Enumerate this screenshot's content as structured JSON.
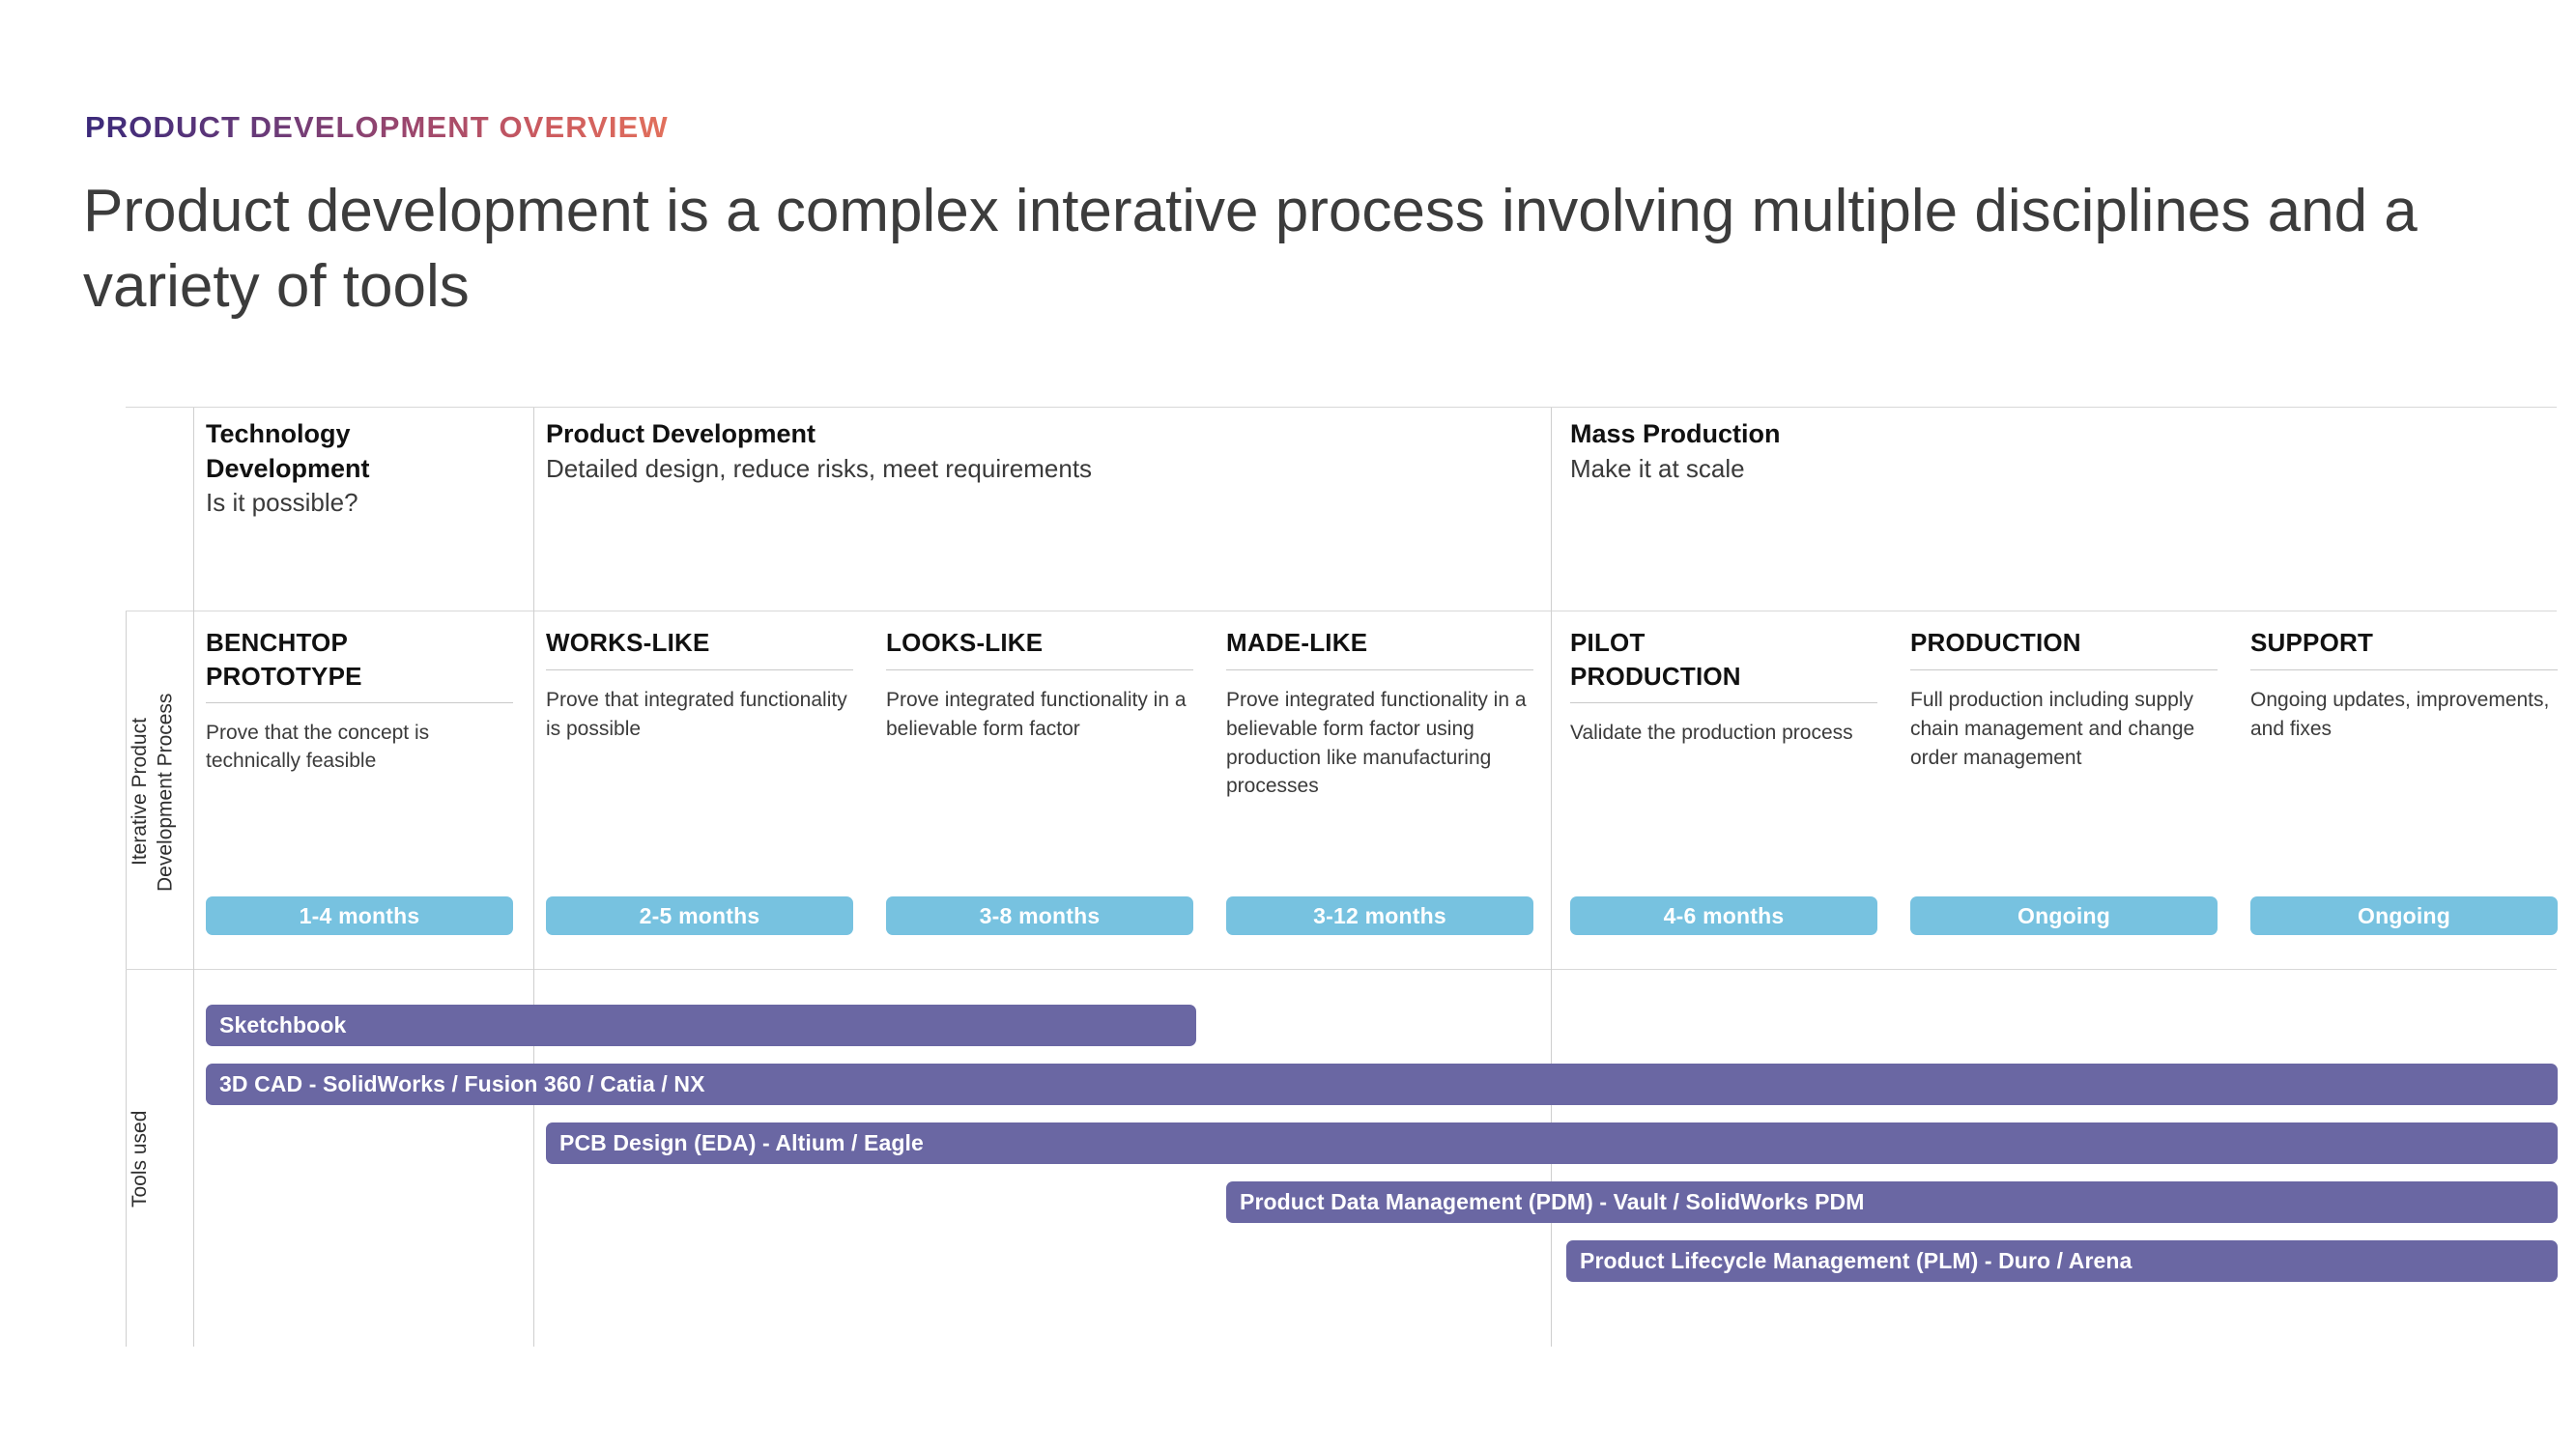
{
  "header": {
    "eyebrow": "PRODUCT DEVELOPMENT OVERVIEW",
    "headline": "Product development is a complex interative process involving multiple disciplines and a variety of tools",
    "eyebrow_gradient_start": "#3b2a7a",
    "eyebrow_gradient_end": "#e2705c",
    "headline_color": "#3c3c3c"
  },
  "row_labels": {
    "process": "Iterative Product\nDevelopment Process",
    "tools": "Tools used"
  },
  "phases": [
    {
      "title": "Technology\nDevelopment",
      "subtitle": "Is it possible?"
    },
    {
      "title": "Product Development",
      "subtitle": "Detailed design, reduce risks, meet requirements"
    },
    {
      "title": "Mass Production",
      "subtitle": "Make it at scale"
    }
  ],
  "stages": [
    {
      "name": "BENCHTOP\nPROTOTYPE",
      "description": "Prove that the concept is technically feasible",
      "duration": "1-4 months"
    },
    {
      "name": "WORKS-LIKE",
      "description": "Prove that integrated functionality is possible",
      "duration": "2-5 months"
    },
    {
      "name": "LOOKS-LIKE",
      "description": "Prove integrated functionality in a believable form factor",
      "duration": "3-8 months"
    },
    {
      "name": "MADE-LIKE",
      "description": "Prove integrated functionality in a believable form factor using production like manufacturing processes",
      "duration": "3-12 months"
    },
    {
      "name": "PILOT\nPRODUCTION",
      "description": "Validate the production process",
      "duration": "4-6 months"
    },
    {
      "name": "PRODUCTION",
      "description": "Full production including supply chain management and change order management",
      "duration": "Ongoing"
    },
    {
      "name": "SUPPORT",
      "description": "Ongoing updates, improvements, and fixes",
      "duration": "Ongoing"
    }
  ],
  "tools": [
    {
      "label": "Sketchbook"
    },
    {
      "label": "3D CAD - SolidWorks / Fusion 360 / Catia / NX"
    },
    {
      "label": "PCB Design (EDA) - Altium / Eagle"
    },
    {
      "label": "Product Data Management (PDM) - Vault / SolidWorks PDM"
    },
    {
      "label": "Product Lifecycle Management (PLM) - Duro / Arena"
    }
  ],
  "colors": {
    "duration_pill": "#77c2e0",
    "tool_bar": "#6a67a3",
    "grid_line": "#cfcfcf"
  }
}
